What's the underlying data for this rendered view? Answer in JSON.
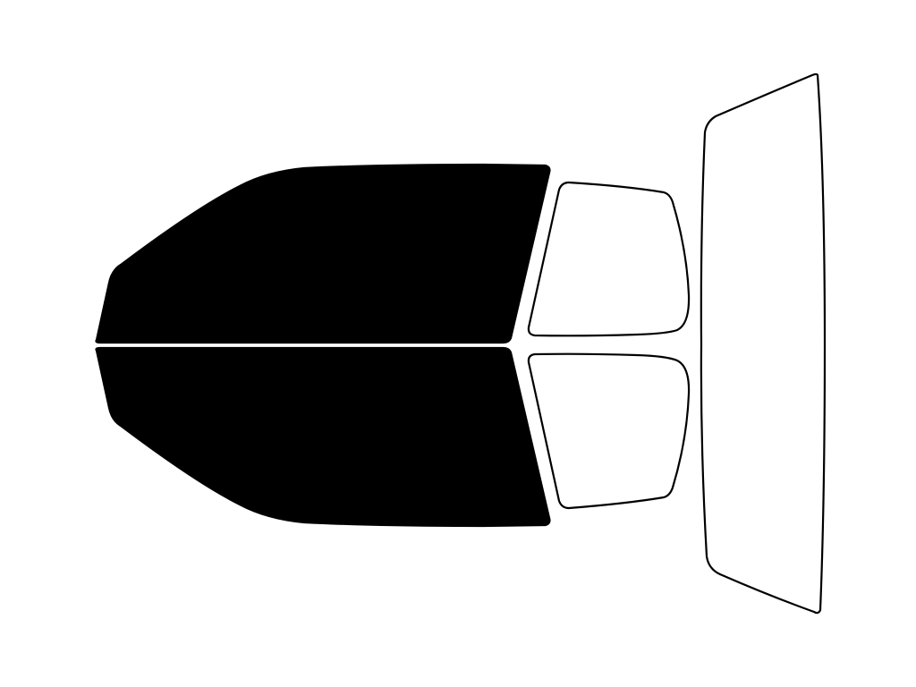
{
  "diagram": {
    "background": "#ffffff",
    "outline_color": "#000000",
    "windows": [
      {
        "id": "front-left-door-window",
        "tinted": true
      },
      {
        "id": "front-right-door-window",
        "tinted": true
      },
      {
        "id": "rear-left-door-window",
        "tinted": false
      },
      {
        "id": "rear-right-door-window",
        "tinted": false
      },
      {
        "id": "rear-windshield",
        "tinted": false
      }
    ],
    "tint_fill": "#000000",
    "clear_fill": "#ffffff"
  }
}
